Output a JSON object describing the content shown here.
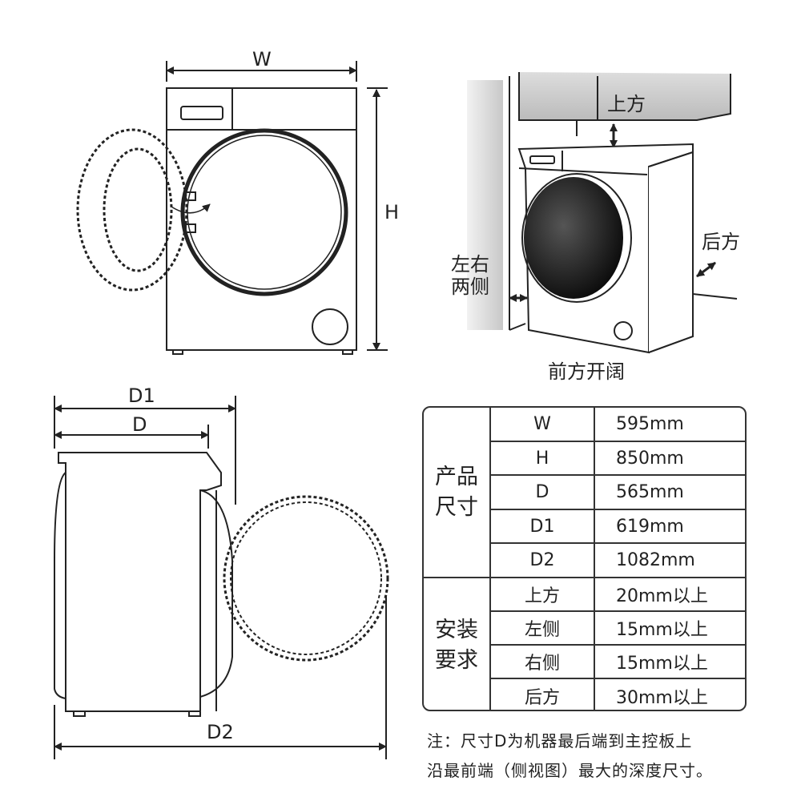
{
  "front_view": {
    "width_label": "W",
    "height_label": "H"
  },
  "side_view": {
    "d1_label": "D1",
    "d_label": "D",
    "d2_label": "D2"
  },
  "install_view": {
    "top_label": "上方",
    "back_label": "后方",
    "sides_label_line1": "左右",
    "sides_label_line2": "两侧",
    "front_label": "前方开阔"
  },
  "spec_table": {
    "product_group": {
      "label_line1": "产品",
      "label_line2": "尺寸",
      "rows": [
        {
          "key": "W",
          "value": "595mm"
        },
        {
          "key": "H",
          "value": "850mm"
        },
        {
          "key": "D",
          "value": "565mm"
        },
        {
          "key": "D1",
          "value": "619mm"
        },
        {
          "key": "D2",
          "value": "1082mm"
        }
      ]
    },
    "install_group": {
      "label_line1": "安装",
      "label_line2": "要求",
      "rows": [
        {
          "key": "上方",
          "value": "20mm以上"
        },
        {
          "key": "左侧",
          "value": "15mm以上"
        },
        {
          "key": "右侧",
          "value": "15mm以上"
        },
        {
          "key": "后方",
          "value": "30mm以上"
        }
      ]
    }
  },
  "note": {
    "line1": "注：尺寸D为机器最后端到主控板上",
    "line2": "沿最前端（侧视图）最大的深度尺寸。"
  }
}
